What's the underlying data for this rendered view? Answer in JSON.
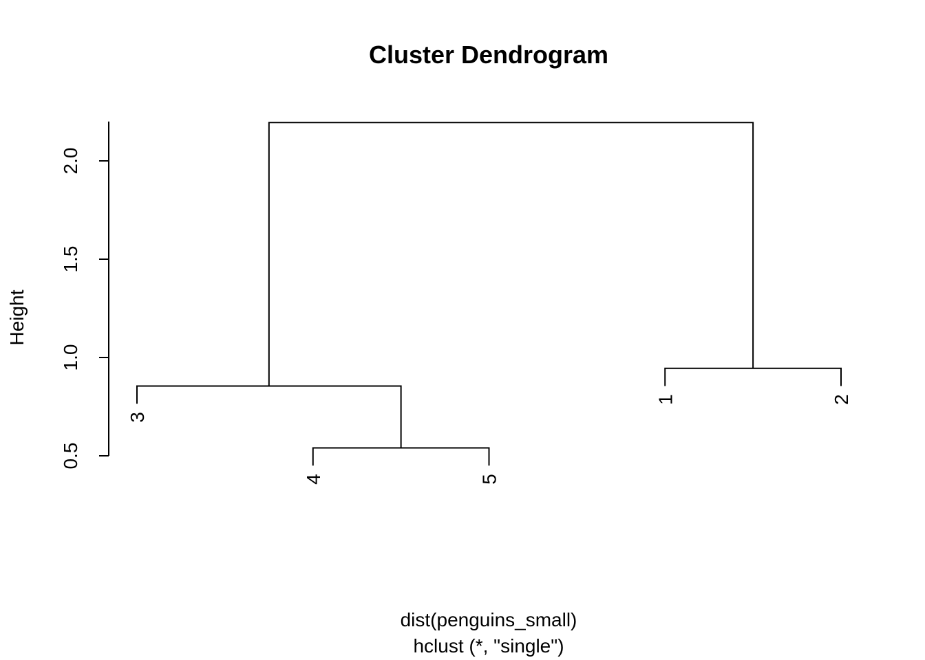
{
  "chart_data": {
    "type": "dendrogram",
    "title": "Cluster Dendrogram",
    "ylabel": "Height",
    "xlabel": "dist(penguins_small)",
    "sublabel": "hclust (*, \"single\")",
    "ylim": [
      0.5,
      2.2
    ],
    "yticks": [
      0.5,
      1.0,
      1.5,
      2.0
    ],
    "ytick_labels": [
      "0.5",
      "1.0",
      "1.5",
      "2.0"
    ],
    "leaves": [
      {
        "label": "3",
        "order": 0
      },
      {
        "label": "4",
        "order": 1
      },
      {
        "label": "5",
        "order": 2
      },
      {
        "label": "1",
        "order": 3
      },
      {
        "label": "2",
        "order": 4
      }
    ],
    "merges": [
      {
        "id": "m1",
        "children": [
          "4",
          "5"
        ],
        "height": 0.54
      },
      {
        "id": "m2",
        "children": [
          "3",
          "m1"
        ],
        "height": 0.855
      },
      {
        "id": "m3",
        "children": [
          "1",
          "2"
        ],
        "height": 0.945
      },
      {
        "id": "m4",
        "children": [
          "m2",
          "m3"
        ],
        "height": 2.195
      }
    ],
    "colors": {
      "line": "#000000",
      "background": "#ffffff"
    }
  }
}
